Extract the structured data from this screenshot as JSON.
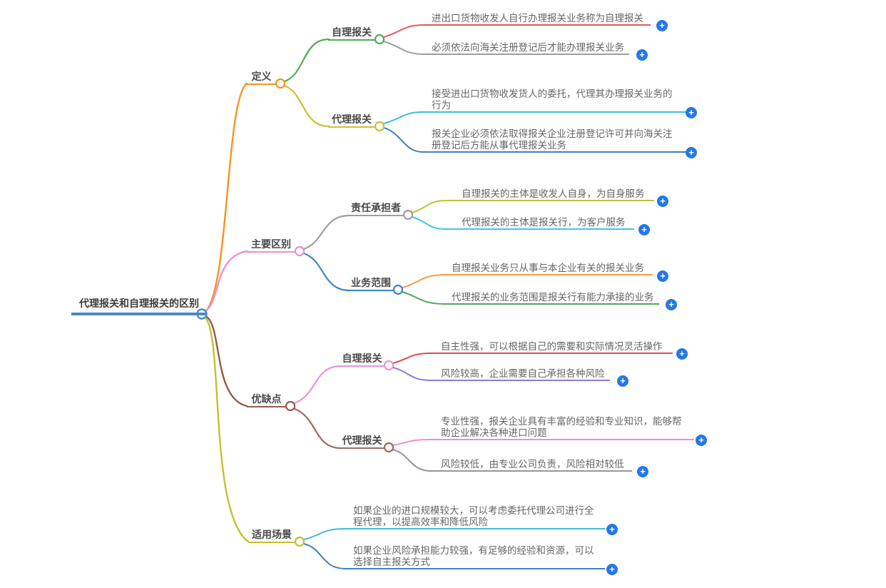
{
  "mindmap": {
    "root": {
      "label": "代理报关和自理报关的区别",
      "color": "#4a8ac4"
    },
    "expand_icon": "+",
    "expand_color": "#2677e8",
    "branches": [
      {
        "label": "定义",
        "color": "#f5941d",
        "children": [
          {
            "label": "自理报关",
            "color": "#4caf50",
            "leaves": [
              {
                "text": "进出口货物收发人自行办理报关业务称为自理报关",
                "color": "#e05b5b"
              },
              {
                "text": "必须依法向海关注册登记后才能办理报关业务",
                "color": "#9e9e9e"
              }
            ]
          },
          {
            "label": "代理报关",
            "color": "#cfc030",
            "leaves": [
              {
                "text": "接受进出口货物收发货人的委托，代理其办理报关业务的行为",
                "color": "#3bc0e0"
              },
              {
                "text": "报关企业必须依法取得报关企业注册登记许可并向海关注册登记后方能从事代理报关业务",
                "color": "#3d7fc1"
              }
            ]
          }
        ]
      },
      {
        "label": "主要区别",
        "color": "#ec8fd0",
        "children": [
          {
            "label": "责任承担者",
            "color": "#9e9e9e",
            "leaves": [
              {
                "text": "自理报关的主体是收发人自身，为自身服务",
                "color": "#bcc437"
              },
              {
                "text": "代理报关的主体是报关行，为客户服务",
                "color": "#45c6e0"
              }
            ]
          },
          {
            "label": "业务范围",
            "color": "#3d85c8",
            "leaves": [
              {
                "text": "自理报关业务只从事与本企业有关的报关业务",
                "color": "#f59b44"
              },
              {
                "text": "代理报关的业务范围是报关行有能力承接的业务",
                "color": "#55a55a"
              }
            ]
          }
        ]
      },
      {
        "label": "优缺点",
        "color": "#96594e",
        "children": [
          {
            "label": "自理报关",
            "color": "#f090d8",
            "leaves": [
              {
                "text": "自主性强，可以根据自己的需要和实际情况灵活操作",
                "color": "#d94f4f"
              },
              {
                "text": "风险较高，企业需要自己承担各种风险",
                "color": "#8f7ad8"
              }
            ]
          },
          {
            "label": "代理报关",
            "color": "#9c6b60",
            "leaves": [
              {
                "text": "专业性强，报关企业具有丰富的经验和专业知识，能够帮助企业解决各种进口问题",
                "color": "#f08cc8"
              },
              {
                "text": "风险较低，由专业公司负责，风险相对较低",
                "color": "#9e9292"
              }
            ]
          }
        ]
      },
      {
        "label": "适用场景",
        "color": "#c2c22d",
        "leaves": [
          {
            "text": "如果企业的进口规模较大，可以考虑委托代理公司进行全程代理，以提高效率和降低风险",
            "color": "#3fbcd8"
          },
          {
            "text": "如果企业风险承担能力较强，有足够的经验和资源，可以选择自主报关方式",
            "color": "#4080c0"
          }
        ]
      }
    ]
  }
}
